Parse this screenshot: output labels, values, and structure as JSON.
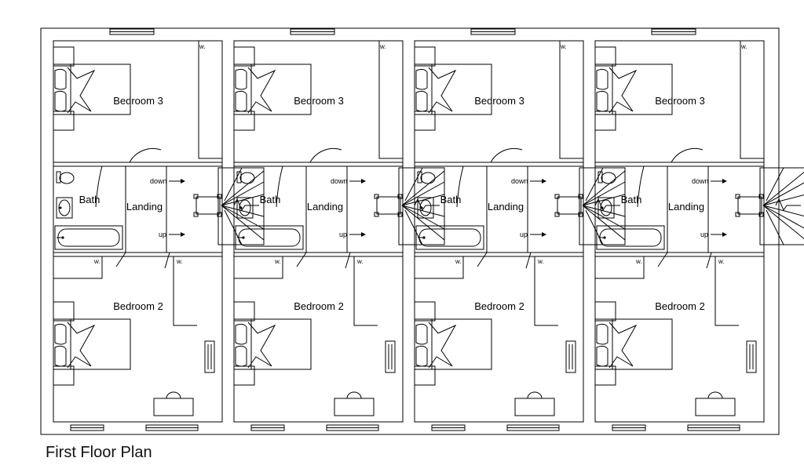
{
  "caption": "First Floor Plan",
  "units": [
    {
      "id": "unit-1",
      "rooms": {
        "bedroom_top": "Bedroom 3",
        "bath": "Bath",
        "landing": "Landing",
        "bedroom_bottom": "Bedroom 2"
      },
      "stair": {
        "down": "down",
        "up": "up"
      },
      "wardrobe_marks": [
        "w.",
        "w.",
        "w."
      ]
    },
    {
      "id": "unit-2",
      "rooms": {
        "bedroom_top": "Bedroom 3",
        "bath": "Bath",
        "landing": "Landing",
        "bedroom_bottom": "Bedroom 2"
      },
      "stair": {
        "down": "down",
        "up": "up"
      },
      "wardrobe_marks": [
        "w.",
        "w.",
        "w."
      ]
    },
    {
      "id": "unit-3",
      "rooms": {
        "bedroom_top": "Bedroom 3",
        "bath": "Bath",
        "landing": "Landing",
        "bedroom_bottom": "Bedroom 2"
      },
      "stair": {
        "down": "down",
        "up": "up"
      },
      "wardrobe_marks": [
        "w.",
        "w.",
        "w."
      ]
    },
    {
      "id": "unit-4",
      "rooms": {
        "bedroom_top": "Bedroom 3",
        "bath": "Bath",
        "landing": "Landing",
        "bedroom_bottom": "Bedroom 2"
      },
      "stair": {
        "down": "down",
        "up": "up"
      },
      "wardrobe_marks": [
        "w.",
        "w.",
        "w."
      ]
    }
  ],
  "colors": {
    "line": "#000000",
    "window_fill": "#ffffff"
  }
}
